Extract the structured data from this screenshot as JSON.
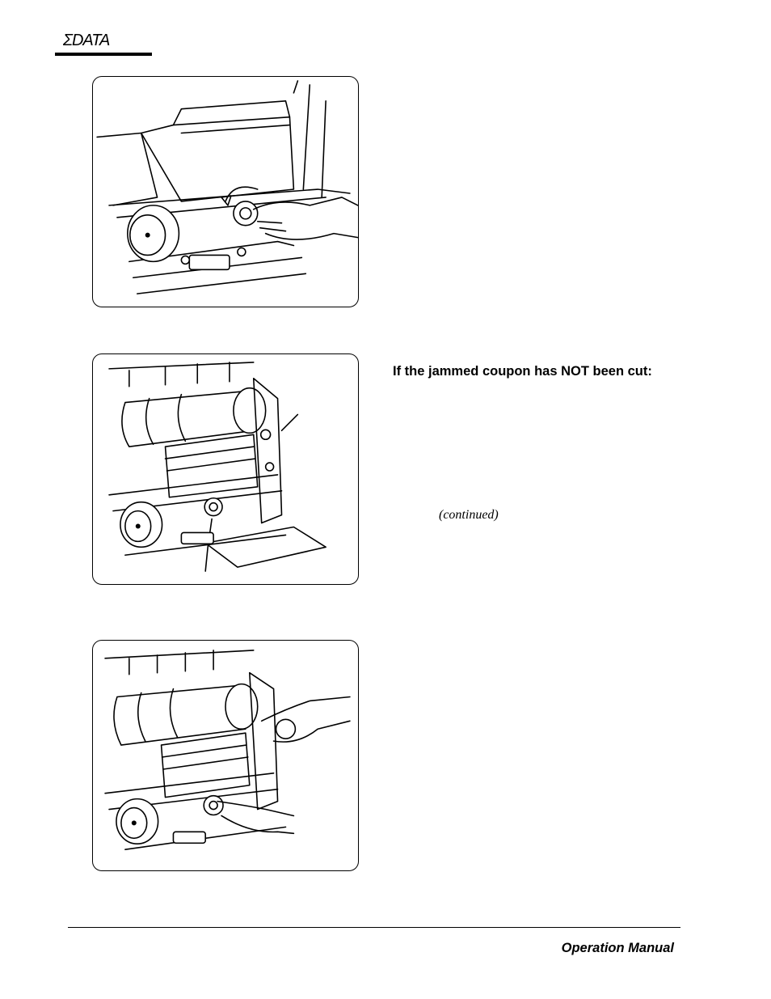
{
  "header": {
    "logo_text": "ΣDATA"
  },
  "figures": [
    {
      "icon": "printer-knob-turn-illustration"
    },
    {
      "icon": "printer-open-cover-illustration"
    },
    {
      "icon": "printer-two-hands-illustration"
    }
  ],
  "instructions": {
    "heading": "If the jammed coupon has NOT been cut:",
    "continued": "(continued)"
  },
  "footer": {
    "title": "Operation Manual"
  }
}
